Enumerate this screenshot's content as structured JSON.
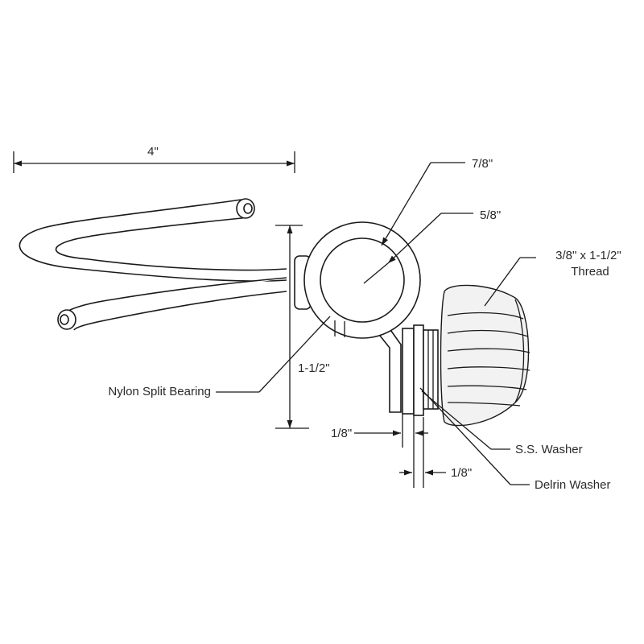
{
  "diagram": {
    "dimensions": {
      "overall_length": "4\"",
      "outer_diameter": "7/8\"",
      "inner_diameter": "5/8\"",
      "height": "1-1/2\"",
      "ss_washer_thickness": "1/8\"",
      "delrin_washer_thickness": "1/8\""
    },
    "callouts": {
      "knob": [
        "3/8\" x 1-1/2\"",
        "Thread"
      ],
      "bearing": "Nylon Split Bearing",
      "ss_washer": "S.S. Washer",
      "delrin_washer": "Delrin Washer"
    },
    "colors": {
      "line": "#1a1a1a",
      "text": "#2a2a2a",
      "background": "#ffffff"
    }
  }
}
